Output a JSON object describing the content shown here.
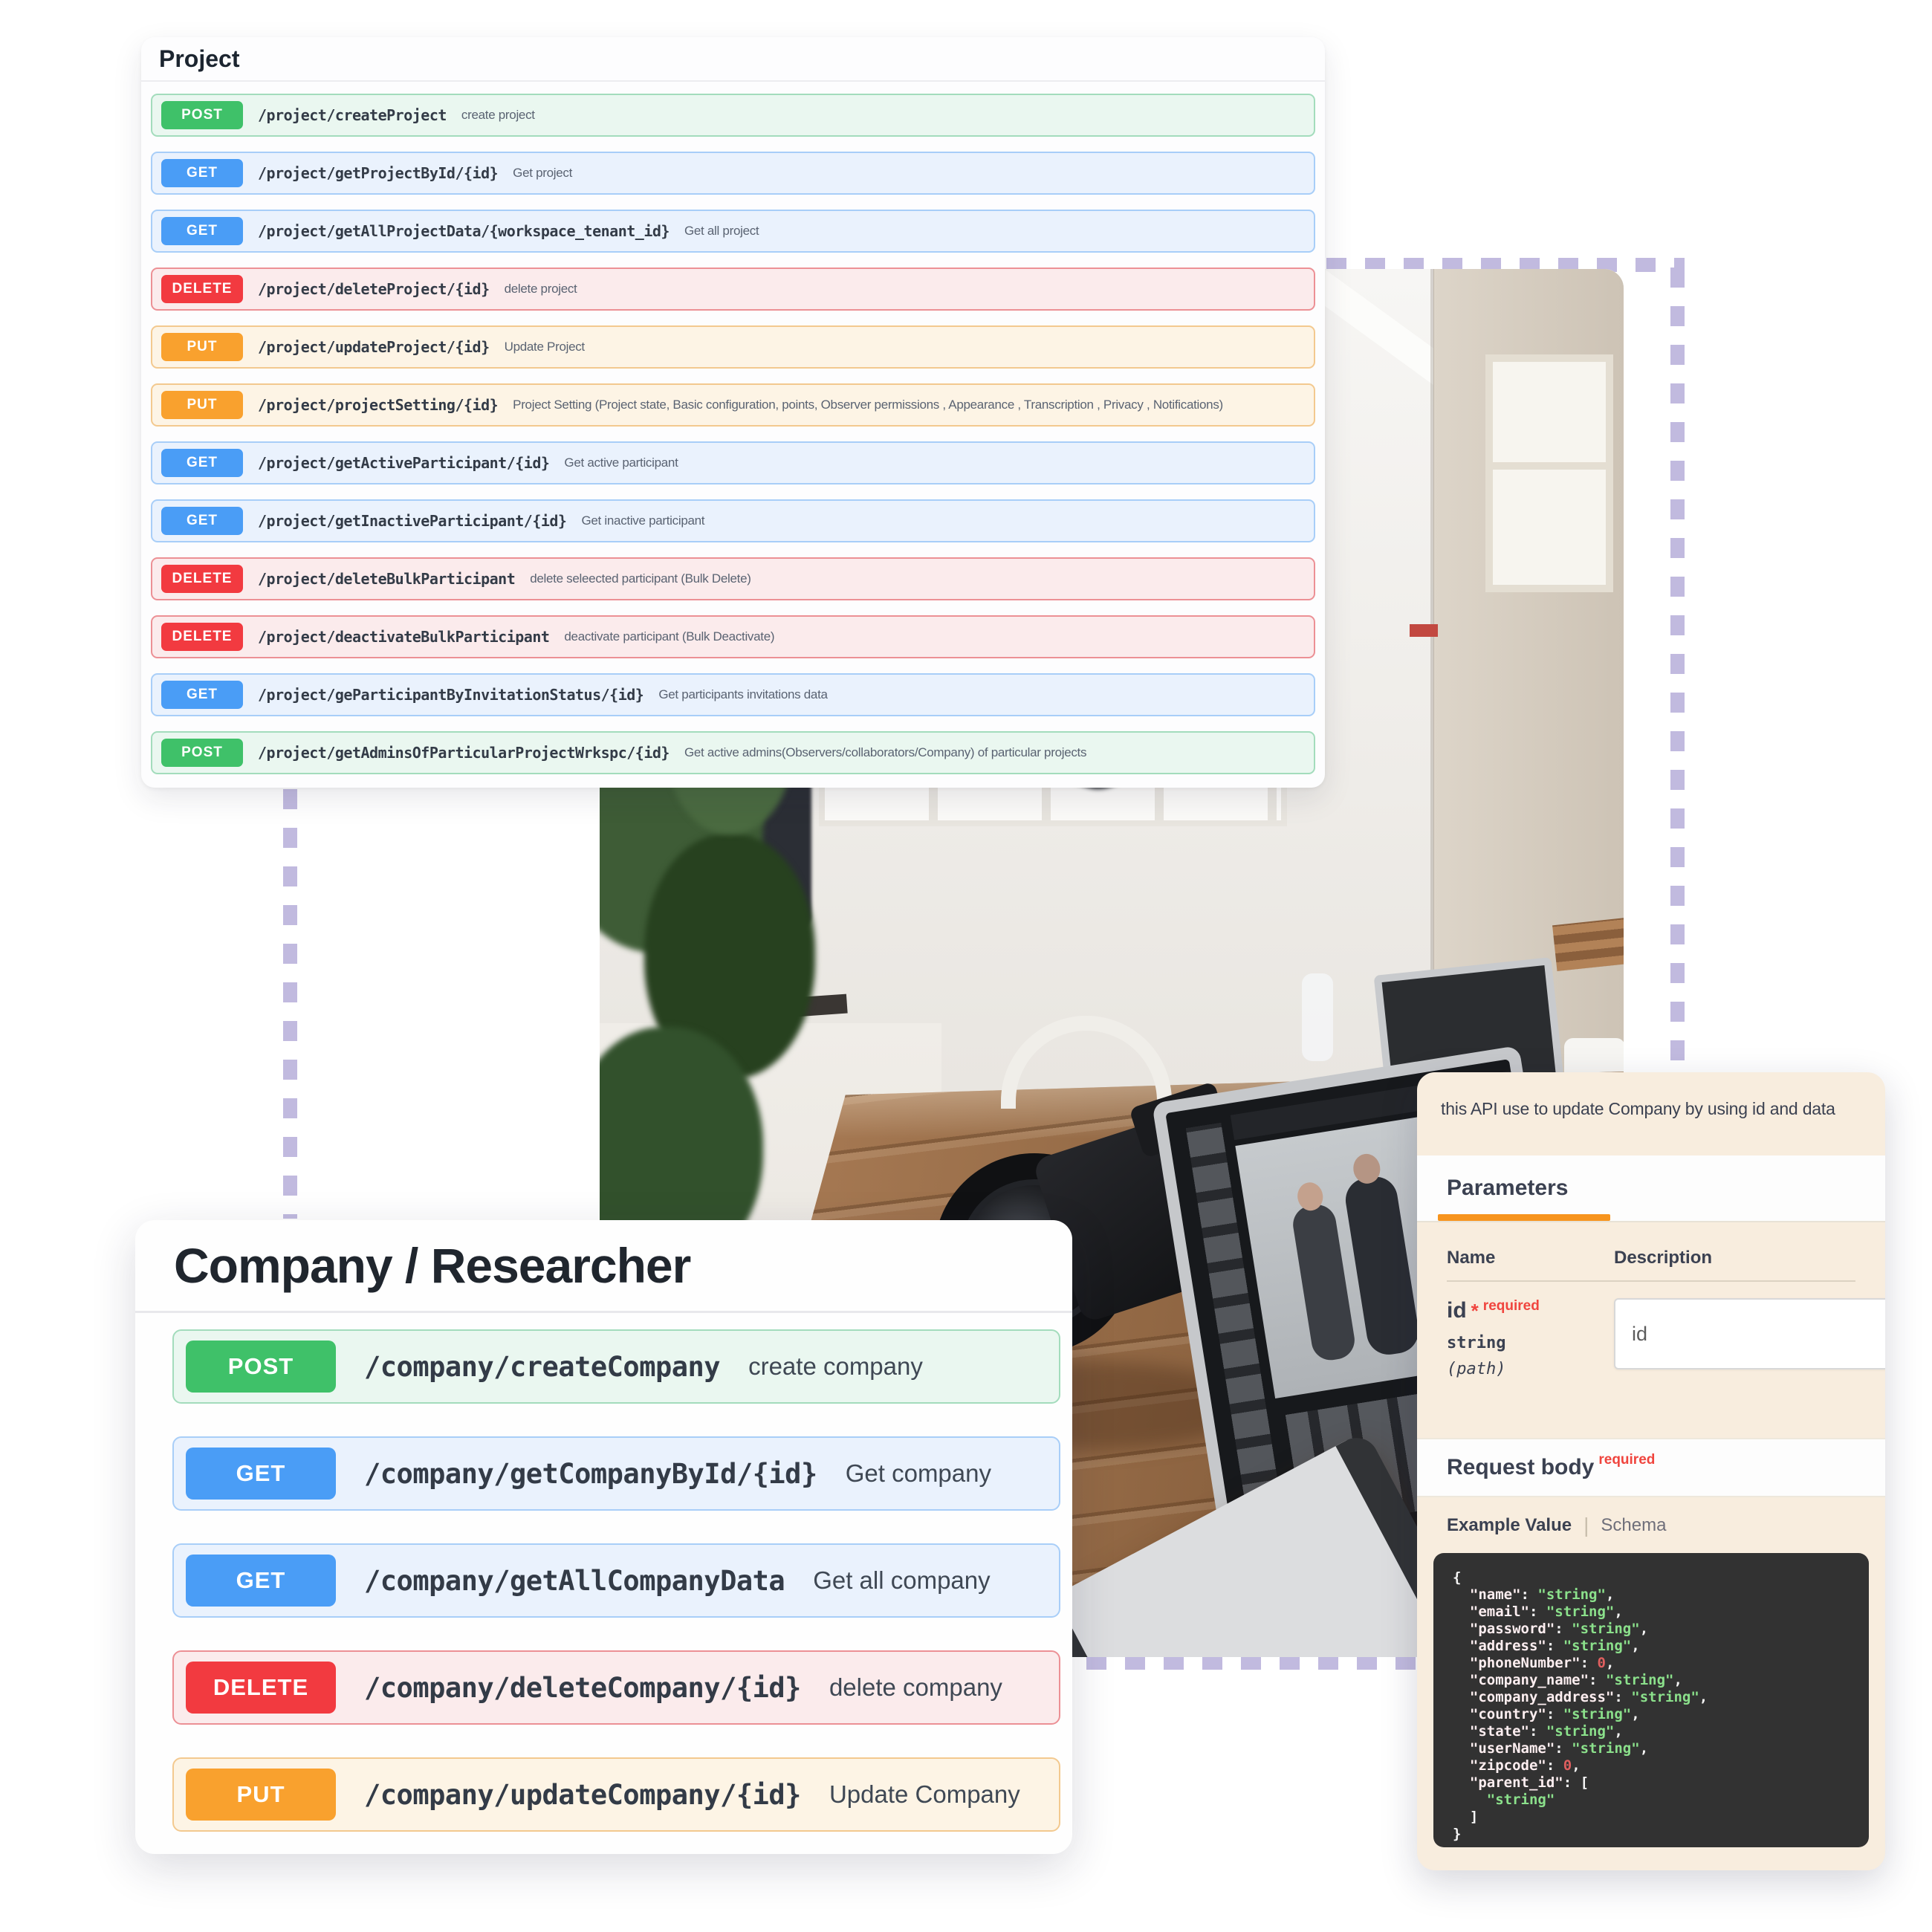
{
  "colors": {
    "method_post": "#3fc169",
    "method_get": "#4a9df6",
    "method_delete": "#f23a40",
    "method_put": "#f9a12e",
    "tab_accent": "#f7941e",
    "required_red": "#f0453e",
    "dash_line": "#c1badf",
    "code_string": "#8be08b",
    "code_number": "#e05f5f",
    "code_background": "#323232"
  },
  "project_panel": {
    "title": "Project",
    "rows": [
      {
        "method": "POST",
        "path": "/project/createProject",
        "desc": "create project"
      },
      {
        "method": "GET",
        "path": "/project/getProjectById/{id}",
        "desc": "Get project"
      },
      {
        "method": "GET",
        "path": "/project/getAllProjectData/{workspace_tenant_id}",
        "desc": "Get all project"
      },
      {
        "method": "DELETE",
        "path": "/project/deleteProject/{id}",
        "desc": "delete project"
      },
      {
        "method": "PUT",
        "path": "/project/updateProject/{id}",
        "desc": "Update Project"
      },
      {
        "method": "PUT",
        "path": "/project/projectSetting/{id}",
        "desc": "Project Setting (Project state, Basic configuration, points, Observer permissions , Appearance , Transcription , Privacy , Notifications)"
      },
      {
        "method": "GET",
        "path": "/project/getActiveParticipant/{id}",
        "desc": "Get active participant"
      },
      {
        "method": "GET",
        "path": "/project/getInactiveParticipant/{id}",
        "desc": "Get inactive participant"
      },
      {
        "method": "DELETE",
        "path": "/project/deleteBulkParticipant",
        "desc": "delete seleected participant (Bulk Delete)"
      },
      {
        "method": "DELETE",
        "path": "/project/deactivateBulkParticipant",
        "desc": "deactivate participant (Bulk Deactivate)"
      },
      {
        "method": "GET",
        "path": "/project/geParticipantByInvitationStatus/{id}",
        "desc": "Get participants invitations data"
      },
      {
        "method": "POST",
        "path": "/project/getAdminsOfParticularProjectWrkspc/{id}",
        "desc": "Get active admins(Observers/collaborators/Company) of particular projects"
      }
    ]
  },
  "company_panel": {
    "title": "Company / Researcher",
    "rows": [
      {
        "method": "POST",
        "path": "/company/createCompany",
        "desc": "create company"
      },
      {
        "method": "GET",
        "path": "/company/getCompanyById/{id}",
        "desc": "Get company"
      },
      {
        "method": "GET",
        "path": "/company/getAllCompanyData",
        "desc": "Get all company"
      },
      {
        "method": "DELETE",
        "path": "/company/deleteCompany/{id}",
        "desc": "delete company"
      },
      {
        "method": "PUT",
        "path": "/company/updateCompany/{id}",
        "desc": "Update Company"
      }
    ]
  },
  "detail_panel": {
    "description": "this API use to update Company by using id and data",
    "tab": "Parameters",
    "columns": {
      "name": "Name",
      "description": "Description"
    },
    "param": {
      "name": "id",
      "required_mark": "*",
      "required_label": "required",
      "type": "string",
      "location": "(path)",
      "input_placeholder": "id",
      "input_value": ""
    },
    "request_body": {
      "label": "Request body",
      "required_label": "required"
    },
    "example_tabs": {
      "example": "Example Value",
      "separator": "|",
      "schema": "Schema"
    },
    "code_lines": [
      [
        [
          "pln",
          "{"
        ]
      ],
      [
        [
          "pln",
          "  "
        ],
        [
          "key",
          "\"name\""
        ],
        [
          "pln",
          ": "
        ],
        [
          "str",
          "\"string\""
        ],
        [
          "pln",
          ","
        ]
      ],
      [
        [
          "pln",
          "  "
        ],
        [
          "key",
          "\"email\""
        ],
        [
          "pln",
          ": "
        ],
        [
          "str",
          "\"string\""
        ],
        [
          "pln",
          ","
        ]
      ],
      [
        [
          "pln",
          "  "
        ],
        [
          "key",
          "\"password\""
        ],
        [
          "pln",
          ": "
        ],
        [
          "str",
          "\"string\""
        ],
        [
          "pln",
          ","
        ]
      ],
      [
        [
          "pln",
          "  "
        ],
        [
          "key",
          "\"address\""
        ],
        [
          "pln",
          ": "
        ],
        [
          "str",
          "\"string\""
        ],
        [
          "pln",
          ","
        ]
      ],
      [
        [
          "pln",
          "  "
        ],
        [
          "key",
          "\"phoneNumber\""
        ],
        [
          "pln",
          ": "
        ],
        [
          "num",
          "0"
        ],
        [
          "pln",
          ","
        ]
      ],
      [
        [
          "pln",
          "  "
        ],
        [
          "key",
          "\"company_name\""
        ],
        [
          "pln",
          ": "
        ],
        [
          "str",
          "\"string\""
        ],
        [
          "pln",
          ","
        ]
      ],
      [
        [
          "pln",
          "  "
        ],
        [
          "key",
          "\"company_address\""
        ],
        [
          "pln",
          ": "
        ],
        [
          "str",
          "\"string\""
        ],
        [
          "pln",
          ","
        ]
      ],
      [
        [
          "pln",
          "  "
        ],
        [
          "key",
          "\"country\""
        ],
        [
          "pln",
          ": "
        ],
        [
          "str",
          "\"string\""
        ],
        [
          "pln",
          ","
        ]
      ],
      [
        [
          "pln",
          "  "
        ],
        [
          "key",
          "\"state\""
        ],
        [
          "pln",
          ": "
        ],
        [
          "str",
          "\"string\""
        ],
        [
          "pln",
          ","
        ]
      ],
      [
        [
          "pln",
          "  "
        ],
        [
          "key",
          "\"userName\""
        ],
        [
          "pln",
          ": "
        ],
        [
          "str",
          "\"string\""
        ],
        [
          "pln",
          ","
        ]
      ],
      [
        [
          "pln",
          "  "
        ],
        [
          "key",
          "\"zipcode\""
        ],
        [
          "pln",
          ": "
        ],
        [
          "num",
          "0"
        ],
        [
          "pln",
          ","
        ]
      ],
      [
        [
          "pln",
          "  "
        ],
        [
          "key",
          "\"parent_id\""
        ],
        [
          "pln",
          ": ["
        ]
      ],
      [
        [
          "pln",
          "    "
        ],
        [
          "str",
          "\"string\""
        ]
      ],
      [
        [
          "pln",
          "  ]"
        ]
      ],
      [
        [
          "pln",
          "}"
        ]
      ]
    ]
  }
}
